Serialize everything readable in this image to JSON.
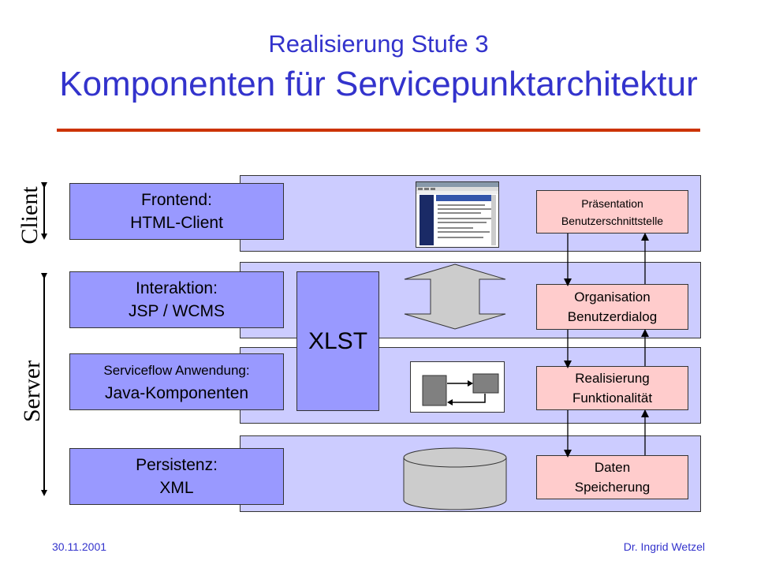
{
  "title": {
    "line1": "Realisierung  Stufe 3",
    "line2": "Komponenten für Servicepunktarchitektur"
  },
  "side_labels": {
    "client": "Client",
    "server": "Server"
  },
  "layers": {
    "frontend": {
      "line1": "Frontend:",
      "line2": "HTML-Client"
    },
    "interaktion": {
      "line1": "Interaktion:",
      "line2": "JSP / WCMS"
    },
    "serviceflow": {
      "line1": "Serviceflow Anwendung:",
      "line2": "Java-Komponenten"
    },
    "persistenz": {
      "line1": "Persistenz:",
      "line2": "XML"
    }
  },
  "xlst_label": "XLST",
  "functions": {
    "praesentation": {
      "line1": "Präsentation",
      "line2": "Benutzerschnittstelle"
    },
    "organisation": {
      "line1": "Organisation",
      "line2": "Benutzerdialog"
    },
    "realisierung": {
      "line1": "Realisierung",
      "line2": "Funktionalität"
    },
    "daten": {
      "line1": "Daten",
      "line2": "Speicherung"
    }
  },
  "footer": {
    "date": "30.11.2001",
    "author": "Dr. Ingrid Wetzel"
  },
  "colors": {
    "title": "#3333cc",
    "rule": "#cc3300",
    "band": "#ccccff",
    "layer_box": "#9999ff",
    "function_box": "#ffcccc",
    "icon_fill": "#cccccc"
  }
}
